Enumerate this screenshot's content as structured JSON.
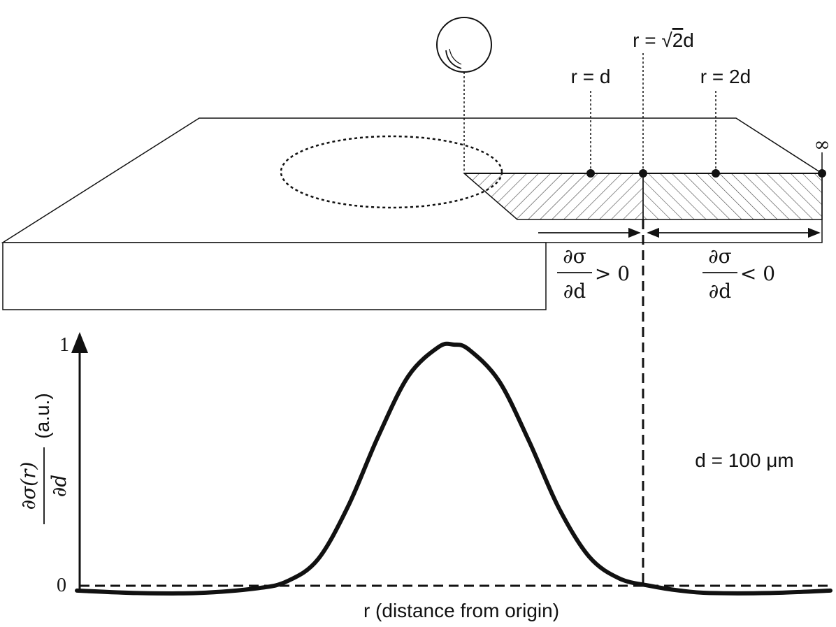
{
  "labels": {
    "r_eq_d": "r = d",
    "r_eq_sqrt2d_prefix": "r = ",
    "r_eq_sqrt2d_root": "√",
    "r_eq_sqrt2d_arg": "2",
    "r_eq_sqrt2d_suffix": "d",
    "r_eq_2d": "r = 2d",
    "infinity": "∞",
    "deriv_num": "∂σ",
    "deriv_den": "∂d",
    "positive_rel": "> 0",
    "negative_rel": "< 0",
    "d_value": "d = 100 μm"
  },
  "chart_data": {
    "type": "line",
    "ylabel_num": "∂σ(r)",
    "ylabel_den": "∂d",
    "ylabel_unit": "(a.u.)",
    "xlabel": "r (distance from origin)",
    "yticks": [
      "1",
      "0"
    ],
    "ylim": [
      0,
      1
    ],
    "series": [
      {
        "x_norm": [
          0.0,
          0.08,
          0.16,
          0.24,
          0.28,
          0.32,
          0.36,
          0.4,
          0.44,
          0.48,
          0.5,
          0.52,
          0.56,
          0.6,
          0.64,
          0.68,
          0.72,
          0.76,
          0.8,
          0.84,
          0.92,
          1.0
        ],
        "values": [
          -0.02,
          -0.03,
          -0.03,
          -0.01,
          0.02,
          0.11,
          0.33,
          0.62,
          0.87,
          0.99,
          1.0,
          0.98,
          0.85,
          0.6,
          0.32,
          0.12,
          0.03,
          0.0,
          -0.02,
          -0.03,
          -0.03,
          -0.02
        ]
      }
    ]
  }
}
